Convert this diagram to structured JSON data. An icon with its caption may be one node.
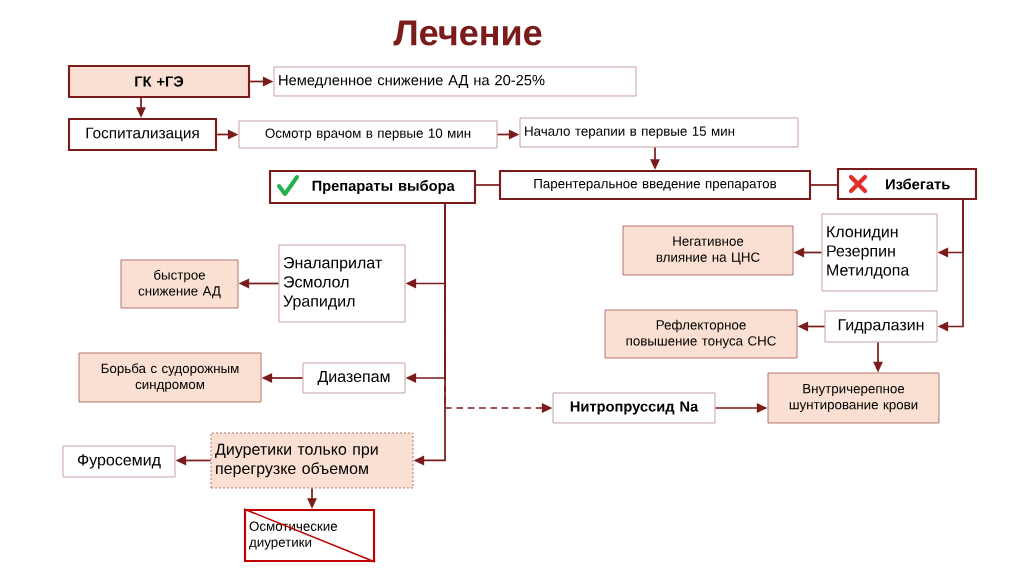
{
  "diagram": {
    "title": "Лечение",
    "nodes": [
      {
        "text": [
          "ГК +ГЭ"
        ]
      },
      {
        "text": [
          "Немедленное снижение АД на 20-25%"
        ]
      },
      {
        "text": [
          "Госпитализация"
        ]
      },
      {
        "text": [
          "Осмотр врачом в первые 10 мин"
        ]
      },
      {
        "text": [
          "Начало терапии в первые 15 мин"
        ]
      },
      {
        "text": [
          "Препараты выбора"
        ]
      },
      {
        "text": [
          "Парентеральное введение препаратов"
        ]
      },
      {
        "text": [
          "Избегать"
        ]
      },
      {
        "text": [
          "Эналаприлат Эсмолол Урапидил"
        ]
      },
      {
        "text": [
          "быстрое снижение АД"
        ]
      },
      {
        "text": [
          "Диазепам"
        ]
      },
      {
        "text": [
          "Борьба с судорожным синдромом"
        ]
      },
      {
        "text": [
          "Диуретики только при перегрузке объемом"
        ]
      },
      {
        "text": [
          "Фуросемид"
        ]
      },
      {
        "text": [
          "Осмотические диуретики"
        ]
      },
      {
        "text": [
          "Клонидин Резерпин Метилдопа"
        ]
      },
      {
        "text": [
          "Негативное влияние на ЦНС"
        ]
      },
      {
        "text": [
          "Гидралазин"
        ]
      },
      {
        "text": [
          "Рефлекторное повышение тонуса СНС"
        ]
      },
      {
        "text": [
          "Нитропруссид Na"
        ]
      },
      {
        "text": [
          "Внутричерепное шунтирование крови"
        ]
      }
    ],
    "edges": [
      {
        "from": 0,
        "to": 1,
        "arrow": "to"
      },
      {
        "from": 0,
        "to": 2,
        "arrow": "to"
      },
      {
        "from": 2,
        "to": 3,
        "arrow": "to"
      },
      {
        "from": 3,
        "to": 4,
        "arrow": "to"
      },
      {
        "from": 4,
        "to": 6,
        "arrow": "to"
      },
      {
        "from": 6,
        "to": 5,
        "arrow": "none"
      },
      {
        "from": 6,
        "to": 7,
        "arrow": "none"
      },
      {
        "from": 5,
        "to": 8,
        "arrow": "to"
      },
      {
        "from": 5,
        "to": 10,
        "arrow": "to"
      },
      {
        "from": 5,
        "to": 12,
        "arrow": "to"
      },
      {
        "from": 5,
        "to": 19,
        "arrow": "to",
        "style": "dashed"
      },
      {
        "from": 8,
        "to": 9,
        "arrow": "to"
      },
      {
        "from": 10,
        "to": 11,
        "arrow": "to"
      },
      {
        "from": 12,
        "to": 13,
        "arrow": "to"
      },
      {
        "from": 12,
        "to": 14,
        "arrow": "to"
      },
      {
        "from": 7,
        "to": 15,
        "arrow": "to"
      },
      {
        "from": 7,
        "to": 17,
        "arrow": "to"
      },
      {
        "from": 15,
        "to": 16,
        "arrow": "to"
      },
      {
        "from": 17,
        "to": 18,
        "arrow": "to"
      },
      {
        "from": 17,
        "to": 20,
        "arrow": "to"
      },
      {
        "from": 19,
        "to": 20,
        "arrow": "to"
      }
    ]
  }
}
